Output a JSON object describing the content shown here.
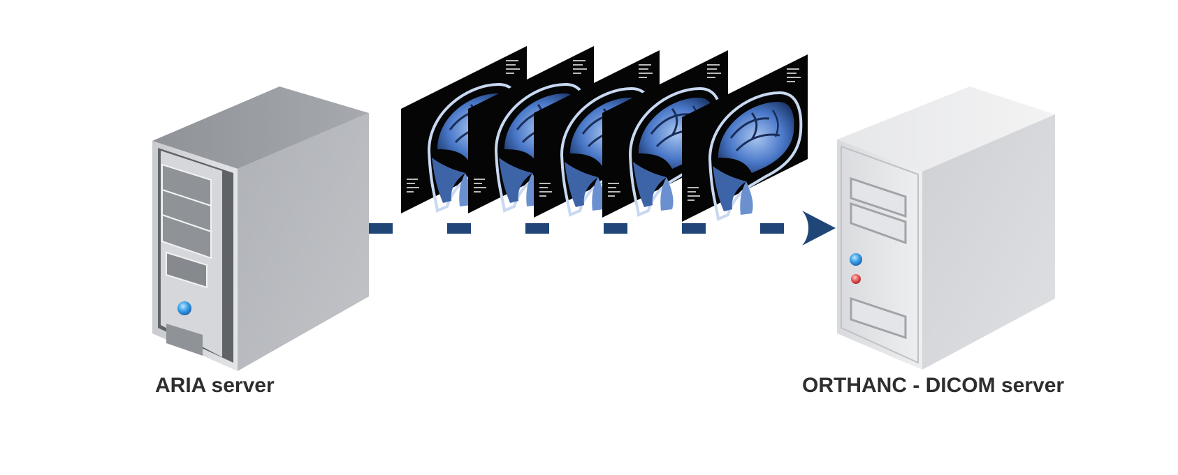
{
  "left_server": {
    "label": "ARIA server",
    "icon": "tower-server-icon"
  },
  "right_server": {
    "label": "ORTHANC - DICOM server",
    "icon": "tower-server-icon"
  },
  "transfer": {
    "icon": "dashed-arrow-icon",
    "color": "#1f4677"
  },
  "images": {
    "icon": "mri-brain-scan-icon",
    "count": 5,
    "tint": "#4a78c8"
  }
}
